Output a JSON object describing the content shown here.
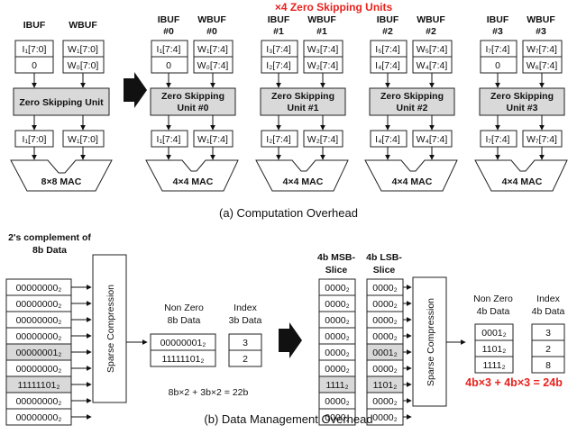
{
  "banner": "×4 Zero Skipping Units",
  "part_a": {
    "caption": "(a) Computation Overhead",
    "baseline": {
      "ibuf": "IBUF",
      "wbuf": "WBUF",
      "in_top": "I₁[7:0]",
      "w_top": "W₁[7:0]",
      "in_bot": "0",
      "w_bot": "W₀[7:0]",
      "zsu": "Zero Skipping Unit",
      "out_i": "I₁[7:0]",
      "out_w": "W₁[7:0]",
      "mac": "8×8 MAC"
    },
    "units": [
      {
        "ibuf": "IBUF #0",
        "wbuf": "WBUF #0",
        "in_top": "I₁[7:4]",
        "w_top": "W₁[7:4]",
        "in_bot": "0",
        "w_bot": "W₀[7:4]",
        "zsu": "Zero Skipping Unit #0",
        "out_i": "I₁[7:4]",
        "out_w": "W₁[7:4]",
        "mac": "4×4 MAC"
      },
      {
        "ibuf": "IBUF #1",
        "wbuf": "WBUF #1",
        "in_top": "I₃[7:4]",
        "w_top": "W₃[7:4]",
        "in_bot": "I₂[7:4]",
        "w_bot": "W₂[7:4]",
        "zsu": "Zero Skipping Unit #1",
        "out_i": "I₂[7:4]",
        "out_w": "W₂[7:4]",
        "mac": "4×4 MAC"
      },
      {
        "ibuf": "IBUF #2",
        "wbuf": "WBUF #2",
        "in_top": "I₅[7:4]",
        "w_top": "W₅[7:4]",
        "in_bot": "I₄[7:4]",
        "w_bot": "W₄[7:4]",
        "zsu": "Zero Skipping Unit #2",
        "out_i": "I₄[7:4]",
        "out_w": "W₄[7:4]",
        "mac": "4×4 MAC"
      },
      {
        "ibuf": "IBUF #3",
        "wbuf": "WBUF #3",
        "in_top": "I₇[7:4]",
        "w_top": "W₇[7:4]",
        "in_bot": "0",
        "w_bot": "W₆[7:4]",
        "zsu": "Zero Skipping Unit #3",
        "out_i": "I₇[7:4]",
        "out_w": "W₇[7:4]",
        "mac": "4×4 MAC"
      }
    ]
  },
  "part_b": {
    "caption": "(b) Data Management Overhead",
    "left": {
      "header": "2's complement of 8b Data",
      "rows": [
        "00000000₂",
        "00000000₂",
        "00000000₂",
        "00000000₂",
        "00000001₂",
        "00000000₂",
        "11111101₂",
        "00000000₂",
        "00000000₂"
      ],
      "compress": "Sparse Compression",
      "nz_header": "Non Zero 8b Data",
      "nz_values": [
        "00000001₂",
        "11111101₂"
      ],
      "idx_header": "Index 3b Data",
      "idx_values": [
        "3",
        "2"
      ],
      "formula": "8b×2 + 3b×2 = 22b"
    },
    "right": {
      "msb_header": "4b MSB-Slice",
      "lsb_header": "4b LSB-Slice",
      "msb_rows": [
        "0000₂",
        "0000₂",
        "0000₂",
        "0000₂",
        "0000₂",
        "0000₂",
        "1111₂",
        "0000₂",
        "0000₂"
      ],
      "lsb_rows": [
        "0000₂",
        "0000₂",
        "0000₂",
        "0000₂",
        "0001₂",
        "0000₂",
        "1101₂",
        "0000₂",
        "0000₂"
      ],
      "compress": "Sparse Compression",
      "nz_header": "Non Zero 4b Data",
      "nz_values": [
        "0001₂",
        "1101₂",
        "1111₂"
      ],
      "idx_header": "Index 4b Data",
      "idx_values": [
        "3",
        "2",
        "8"
      ],
      "formula": "4b×3 + 4b×3 = 24b"
    }
  }
}
